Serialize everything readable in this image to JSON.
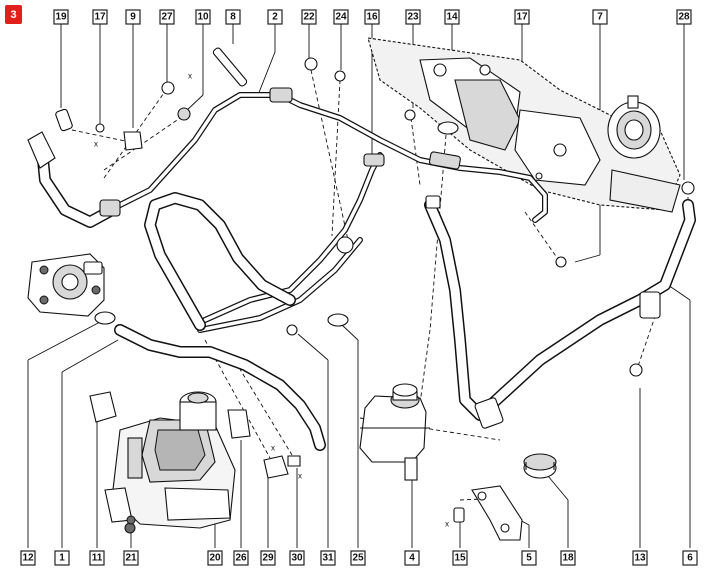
{
  "figure_number": "3",
  "top_callouts": [
    "19",
    "17",
    "9",
    "27",
    "10",
    "8",
    "2",
    "22",
    "24",
    "16",
    "23",
    "14",
    "17",
    "7",
    "28"
  ],
  "bottom_callouts": [
    "12",
    "1",
    "11",
    "21",
    "20",
    "26",
    "29",
    "30",
    "31",
    "25",
    "4",
    "15",
    "5",
    "18",
    "13",
    "6"
  ],
  "cross_marks": [
    "x",
    "x",
    "x",
    "x",
    "x"
  ],
  "colors": {
    "figure_badge": "#e0201c",
    "line": "#111111",
    "shading": "#9a9a9a"
  }
}
